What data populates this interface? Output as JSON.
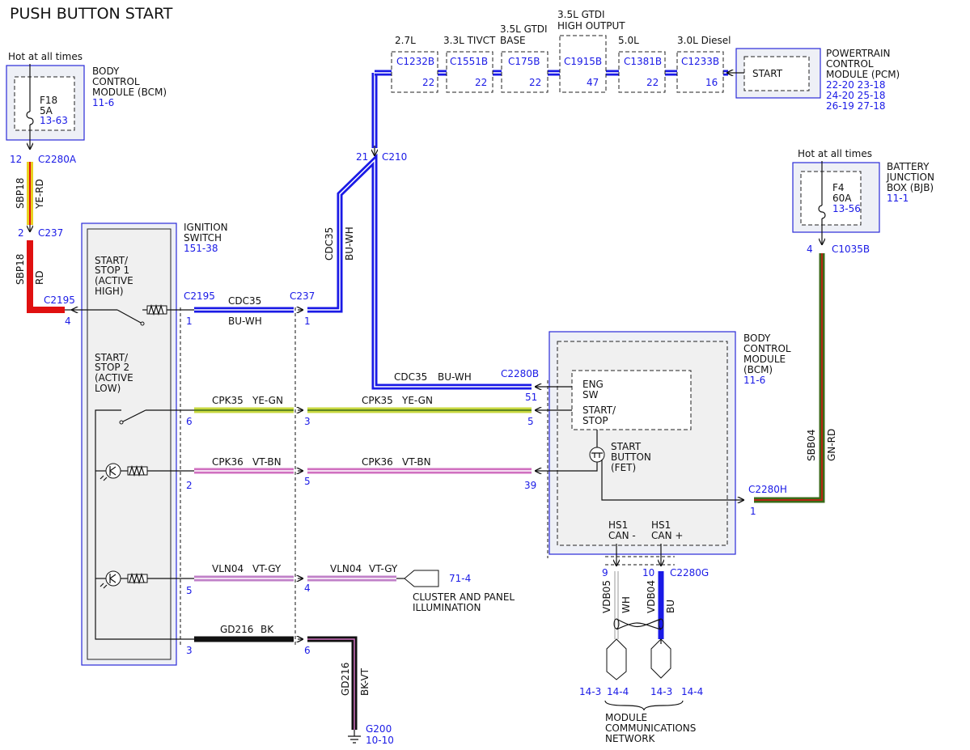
{
  "title": "PUSH BUTTON START",
  "bcm_top": {
    "hot": "Hot at all times",
    "name": [
      "BODY",
      "CONTROL",
      "MODULE (BCM)"
    ],
    "ref": "11-6",
    "fuse": "F18",
    "amps": "5A",
    "fuse_ref": "13-63"
  },
  "bjb": {
    "hot": "Hot at all times",
    "name": [
      "BATTERY",
      "JUNCTION",
      "BOX (BJB)"
    ],
    "ref": "11-1",
    "fuse": "F4",
    "amps": "60A",
    "fuse_ref": "13-56"
  },
  "pcm": {
    "name": [
      "POWERTRAIN",
      "CONTROL",
      "MODULE (PCM)"
    ],
    "refs": [
      "22-20 23-18",
      "24-20 25-18",
      "26-19 27-18"
    ],
    "pin_label": "START"
  },
  "engines": [
    {
      "label": [
        "2.7L"
      ],
      "connector": "C1232B",
      "pin": "22"
    },
    {
      "label": [
        "3.3L TIVCT"
      ],
      "connector": "C1551B",
      "pin": "22"
    },
    {
      "label": [
        "3.5L GTDI",
        "BASE"
      ],
      "connector": "C175B",
      "pin": "22"
    },
    {
      "label": [
        "3.5L GTDI",
        "HIGH OUTPUT"
      ],
      "connector": "C1915B",
      "pin": "47"
    },
    {
      "label": [
        "5.0L"
      ],
      "connector": "C1381B",
      "pin": "22"
    },
    {
      "label": [
        "3.0L Diesel"
      ],
      "connector": "C1233B",
      "pin": "16"
    }
  ],
  "ignition_switch": {
    "name": [
      "IGNITION",
      "SWITCH"
    ],
    "ref": "151-38",
    "start1": [
      "START/",
      "STOP 1",
      "(ACTIVE",
      "HIGH)"
    ],
    "start2": [
      "START/",
      "STOP 2",
      "(ACTIVE",
      "LOW)"
    ]
  },
  "bcm_main": {
    "name": [
      "BODY",
      "CONTROL",
      "MODULE",
      "(BCM)"
    ],
    "ref": "11-6",
    "eng": [
      "ENG",
      "SW"
    ],
    "startstop": [
      "START/",
      "STOP"
    ],
    "button": [
      "START",
      "BUTTON",
      "(FET)"
    ],
    "can_minus": [
      "HS1",
      "CAN -"
    ],
    "can_plus": [
      "HS1",
      "CAN +"
    ]
  },
  "connectors": {
    "c2280a": "C2280A",
    "c2280a_pin": "12",
    "c237a": "C237",
    "c237a_pin": "2",
    "c2195a": "C2195",
    "c2195a_pin": "4",
    "c2195b": "C2195",
    "c2195b_pin": "1",
    "c237b": "C237",
    "c237b_pin": "1",
    "c210": "C210",
    "c210_pin": "21",
    "c2280b": "C2280B",
    "c2280b_pin": "51",
    "c1035b": "C1035B",
    "c1035b_pin": "4",
    "c2280h": "C2280H",
    "c2280h_pin": "1",
    "c2280g": "C2280G",
    "c2280g_pin9": "9",
    "c2280g_pin10": "10",
    "g200": "G200",
    "g200_ref": "10-10"
  },
  "wires": {
    "sbp18": "SBP18",
    "ye_rd": "YE-RD",
    "rd": "RD",
    "cdc35": "CDC35",
    "bu_wh": "BU-WH",
    "cpk35": "CPK35",
    "ye_gn": "YE-GN",
    "cpk36": "CPK36",
    "vt_bn": "VT-BN",
    "vln04": "VLN04",
    "vt_gy": "VT-GY",
    "gd216": "GD216",
    "bk": "BK",
    "bk_vt": "BK-VT",
    "sbb04": "SBB04",
    "gn_rd": "GN-RD",
    "vdb05": "VDB05",
    "wh": "WH",
    "vdb04": "VDB04",
    "bu": "BU"
  },
  "pins": {
    "p6": "6",
    "p3": "3",
    "p5": "5",
    "p2": "2",
    "p5b": "5",
    "p39": "39",
    "p5c": "5",
    "p4": "4",
    "p3g": "3",
    "p6g": "6"
  },
  "cluster": {
    "ref": "71-4",
    "name": [
      "CLUSTER AND PANEL",
      "ILLUMINATION"
    ]
  },
  "network": {
    "refs": [
      "14-3",
      "14-4",
      "14-3",
      "14-4"
    ],
    "name": [
      "MODULE",
      "COMMUNICATIONS",
      "NETWORK"
    ]
  },
  "colors": {
    "blue": "#1a1ae6",
    "red": "#e01010",
    "yellow": "#e8d020",
    "green": "#3a6a18",
    "pink": "#c070c0",
    "black": "#111111"
  }
}
